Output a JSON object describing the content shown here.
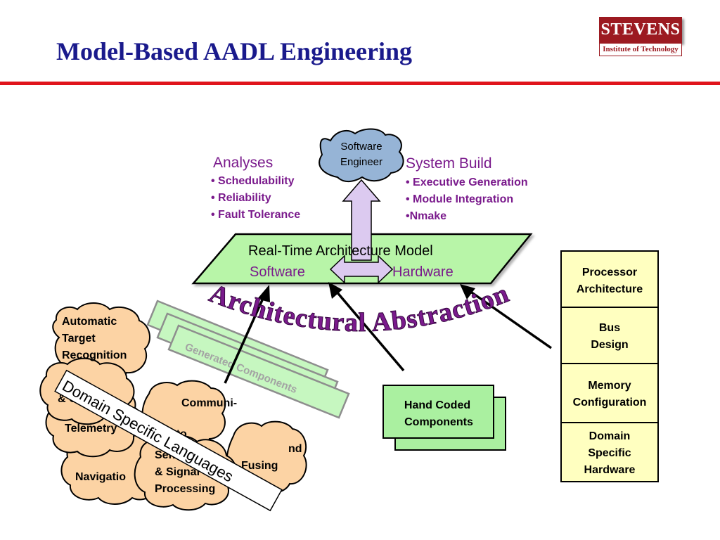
{
  "title": "Model-Based AADL Engineering",
  "logo": {
    "name": "STEVENS",
    "subtitle": "Institute of Technology"
  },
  "software_engineer": [
    "Software",
    "Engineer"
  ],
  "analyses": {
    "heading": "Analyses",
    "items": [
      "• Schedulability",
      "• Reliability",
      "• Fault Tolerance"
    ]
  },
  "system_build": {
    "heading": "System Build",
    "items": [
      "• Executive Generation",
      "• Module Integration",
      "•Nmake"
    ]
  },
  "model": {
    "title": "Real-Time Architecture Model",
    "left": "Software",
    "right": "Hardware"
  },
  "banner": "Architectural Abstraction",
  "generated_components": "Generated Components",
  "hand_coded": [
    "Hand Coded",
    "Components"
  ],
  "hardware_stack": [
    [
      "Processor",
      "Architecture"
    ],
    [
      "Bus",
      "Design"
    ],
    [
      "Memory",
      "Configuration"
    ],
    [
      "Domain",
      "Specific",
      "Hardware"
    ]
  ],
  "clouds": {
    "atr": [
      "Automatic",
      "Target",
      "Recognition"
    ],
    "control_fragment": "& Con",
    "comm_fragment": [
      "Communi-",
      "& Proto"
    ],
    "telemetry": "Telemetry",
    "fusing_fragment": [
      "nd",
      "Fusing"
    ],
    "navigation": "Navigatio",
    "sensor": [
      "Sensor",
      "& Signal",
      "Processing"
    ]
  },
  "dsl_label": "Domain Specific Languages",
  "colors": {
    "title": "#1a1a8c",
    "rule": "#e0141b",
    "purple_text": "#7a1a8c",
    "model_fill": "#b8f5a8",
    "component_fill": "#aaf0a0",
    "hardware_fill": "#ffffc0",
    "cloud_fill": "#fcd3a4",
    "engineer_fill": "#96b4d6",
    "arrow_fill": "#dccaf0"
  }
}
